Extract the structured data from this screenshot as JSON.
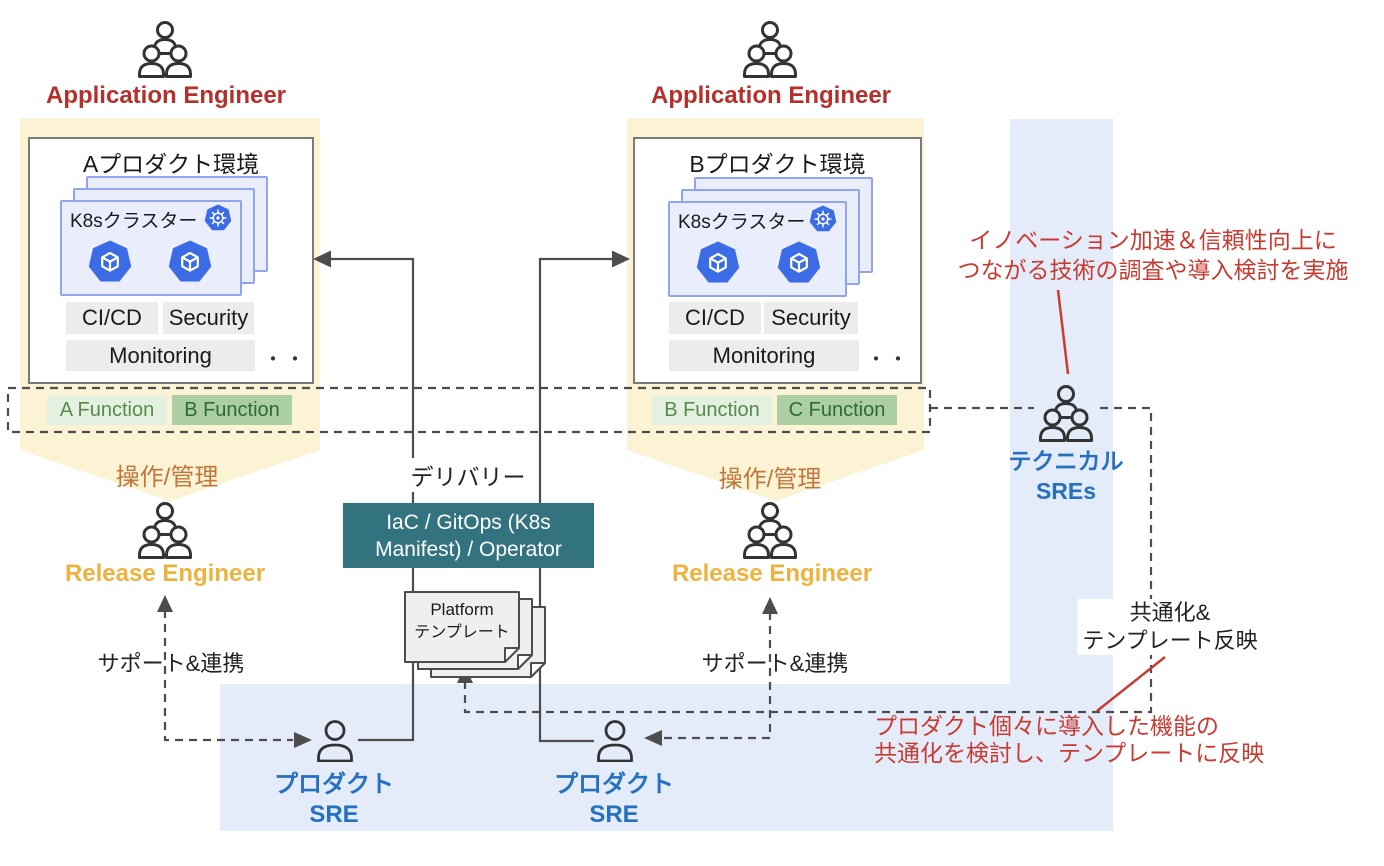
{
  "colors": {
    "accent_red": "#b5302a",
    "annotation_red": "#c83b32",
    "gold": "#eeb33f",
    "orange": "#c1763c",
    "teal": "#33737f",
    "role_blue": "#2570bf",
    "k8s_blue": "#3b6ce5",
    "band_blue": "#e4ecfa",
    "yellow": "#fcf3d5",
    "function_green_light": "#e4f0e0",
    "function_green_dark": "#abcfa2"
  },
  "actors": {
    "application_engineer": "Application Engineer",
    "release_engineer": "Release Engineer",
    "product_sre_line1": "プロダクト",
    "product_sre_line2": "SRE",
    "technical_sres_line1": "テクニカル",
    "technical_sres_line2": "SREs"
  },
  "products": [
    {
      "title": "Aプロダクト環境",
      "cluster": "K8sクラスター",
      "badge_cicd": "CI/CD",
      "badge_security": "Security",
      "badge_monitoring": "Monitoring",
      "more_dots": "・・",
      "function_left": "A Function",
      "function_right": "B Function"
    },
    {
      "title": "Bプロダクト環境",
      "cluster": "K8sクラスター",
      "badge_cicd": "CI/CD",
      "badge_security": "Security",
      "badge_monitoring": "Monitoring",
      "more_dots": "・・",
      "function_left": "B Function",
      "function_right": "C Function"
    }
  ],
  "flows": {
    "operate_manage": "操作/管理",
    "delivery": "デリバリー",
    "support": "サポート&連携",
    "iac_line1": "IaC / GitOps (K8s",
    "iac_line2": "Manifest) / Operator",
    "template_line1": "Platform",
    "template_line2": "テンプレート",
    "common_line1": "共通化&",
    "common_line2": "テンプレート反映"
  },
  "annotations": {
    "tech_line1": "イノベーション加速＆信頼性向上に",
    "tech_line2": "つながる技術の調査や導入検討を実施",
    "bottom_line1": "プロダクト個々に導入した機能の",
    "bottom_line2": "共通化を検討し、テンプレートに反映"
  }
}
